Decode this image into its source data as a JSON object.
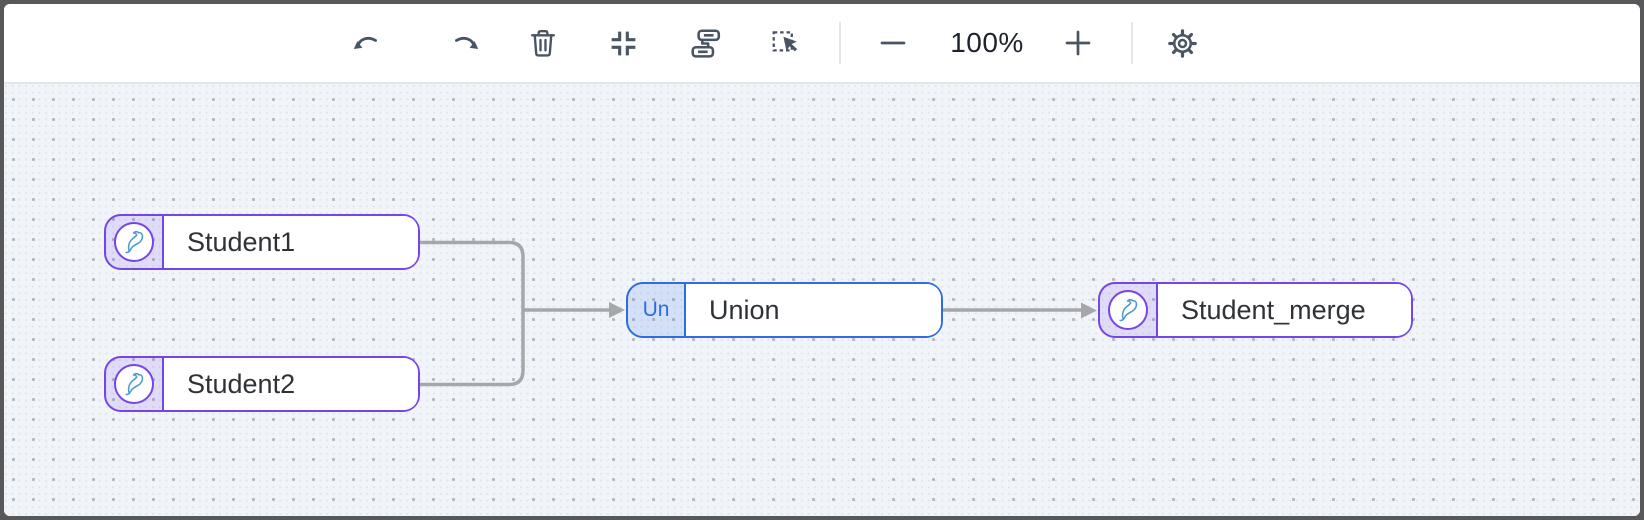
{
  "toolbar": {
    "zoom_level": "100%",
    "buttons": [
      {
        "name": "undo",
        "icon": "undo-icon"
      },
      {
        "name": "redo",
        "icon": "redo-icon"
      },
      {
        "name": "delete",
        "icon": "trash-icon"
      },
      {
        "name": "fit-view",
        "icon": "fit-view-icon"
      },
      {
        "name": "auto-layout",
        "icon": "auto-layout-icon"
      },
      {
        "name": "box-select",
        "icon": "box-select-icon"
      },
      {
        "name": "zoom-out",
        "icon": "minus-icon"
      },
      {
        "name": "zoom-in",
        "icon": "plus-icon"
      },
      {
        "name": "settings",
        "icon": "gear-icon"
      }
    ]
  },
  "canvas": {
    "nodes": [
      {
        "id": "student1",
        "label": "Student1",
        "type": "mysql-table",
        "icon": "mysql-dolphin-icon"
      },
      {
        "id": "student2",
        "label": "Student2",
        "type": "mysql-table",
        "icon": "mysql-dolphin-icon"
      },
      {
        "id": "union",
        "label": "Union",
        "badge": "Un",
        "type": "union-operator"
      },
      {
        "id": "student_merge",
        "label": "Student_merge",
        "type": "mysql-table",
        "icon": "mysql-dolphin-icon"
      }
    ],
    "edges": [
      {
        "from": "student1",
        "to": "union"
      },
      {
        "from": "student2",
        "to": "union"
      },
      {
        "from": "union",
        "to": "student_merge"
      }
    ]
  },
  "colors": {
    "mysql_node_border": "#7645e8",
    "union_node_border": "#2e6ce6",
    "union_badge_text": "#2e6ce6",
    "edge": "#a6a7aa",
    "toolbar_icon": "#4a5563",
    "canvas_background": "#f1f5fa",
    "frame_border": "#58585a"
  }
}
